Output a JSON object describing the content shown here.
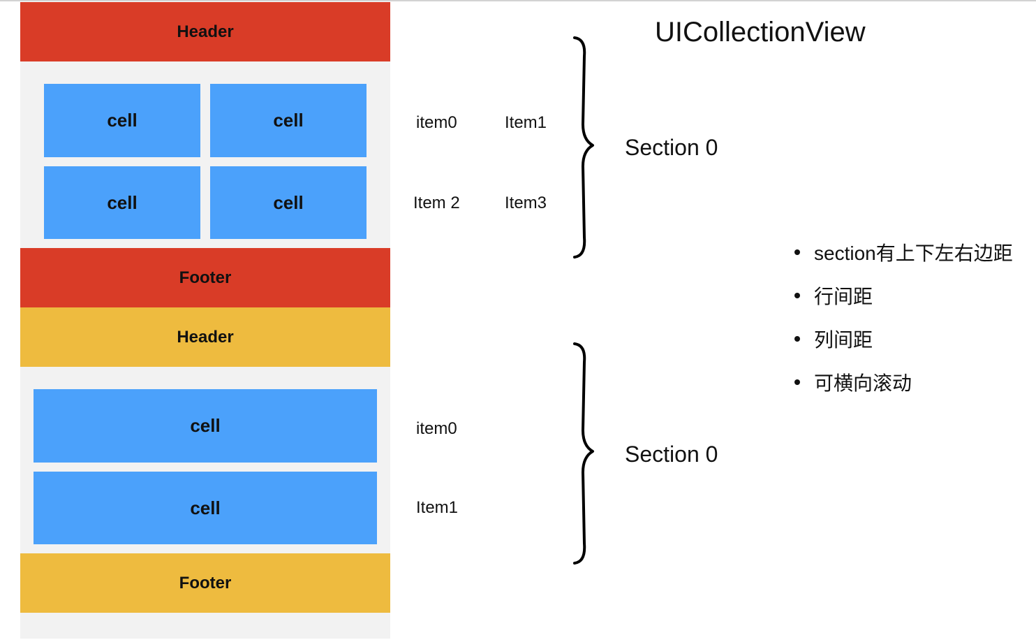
{
  "title": "UICollectionView",
  "colors": {
    "section0": "#d93c27",
    "section1": "#eebb3f",
    "cell": "#4ba1fb",
    "inset": "#f2f2f2"
  },
  "sections": [
    {
      "header": "Header",
      "footer": "Footer",
      "cells": [
        "cell",
        "cell",
        "cell",
        "cell"
      ],
      "items": [
        "item0",
        "Item1",
        "Item 2",
        "Item3"
      ],
      "label": "Section 0"
    },
    {
      "header": "Header",
      "footer": "Footer",
      "cells": [
        "cell",
        "cell"
      ],
      "items": [
        "item0",
        "Item1"
      ],
      "label": "Section 0"
    }
  ],
  "notes": [
    "section有上下左右边距",
    "行间距",
    "列间距",
    "可横向滚动"
  ]
}
